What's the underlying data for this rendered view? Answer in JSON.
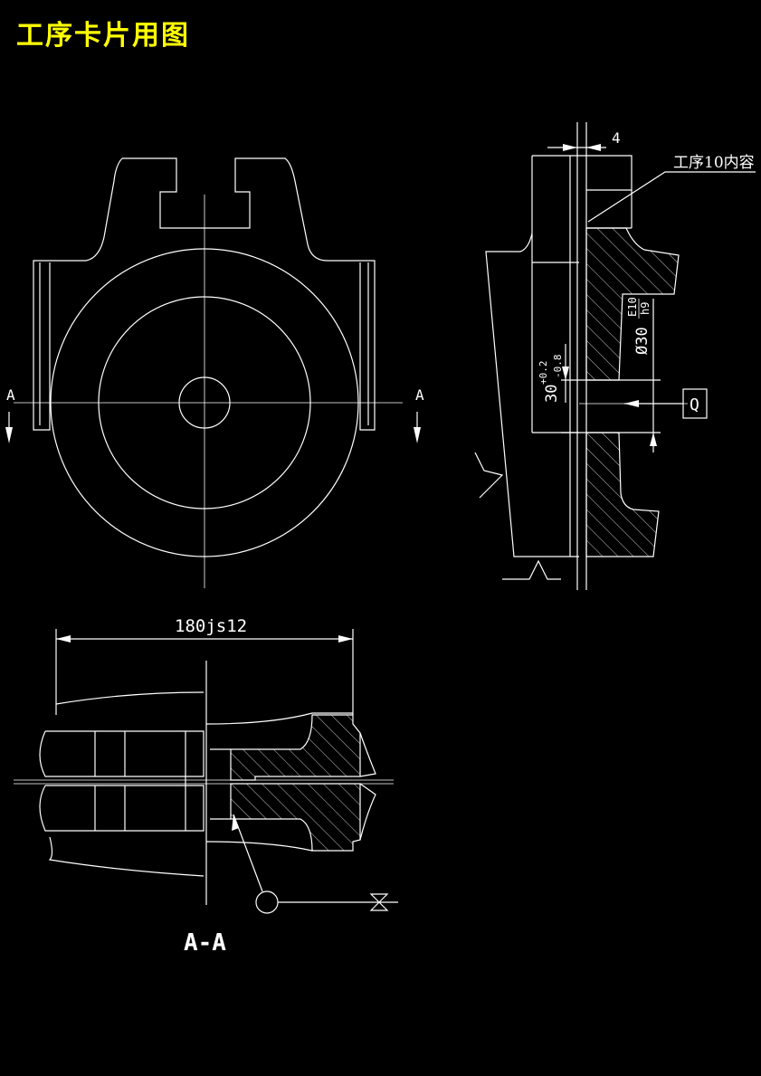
{
  "title": "工序卡片用图",
  "colors": {
    "background": "#000000",
    "lines": "#ffffff",
    "title": "#ffff00"
  },
  "labels": {
    "section_mark_left": "A",
    "section_mark_right": "A",
    "dim_width": "4",
    "process_note": "工序10内容",
    "fit_top": "E10",
    "fit_bottom": "h9",
    "diameter": "Ø30",
    "dim_30": "30",
    "tol_upper": "+0.2",
    "tol_lower": "-0.8",
    "datum": "Q",
    "dim_180": "180js12",
    "section_label": "A-A"
  }
}
